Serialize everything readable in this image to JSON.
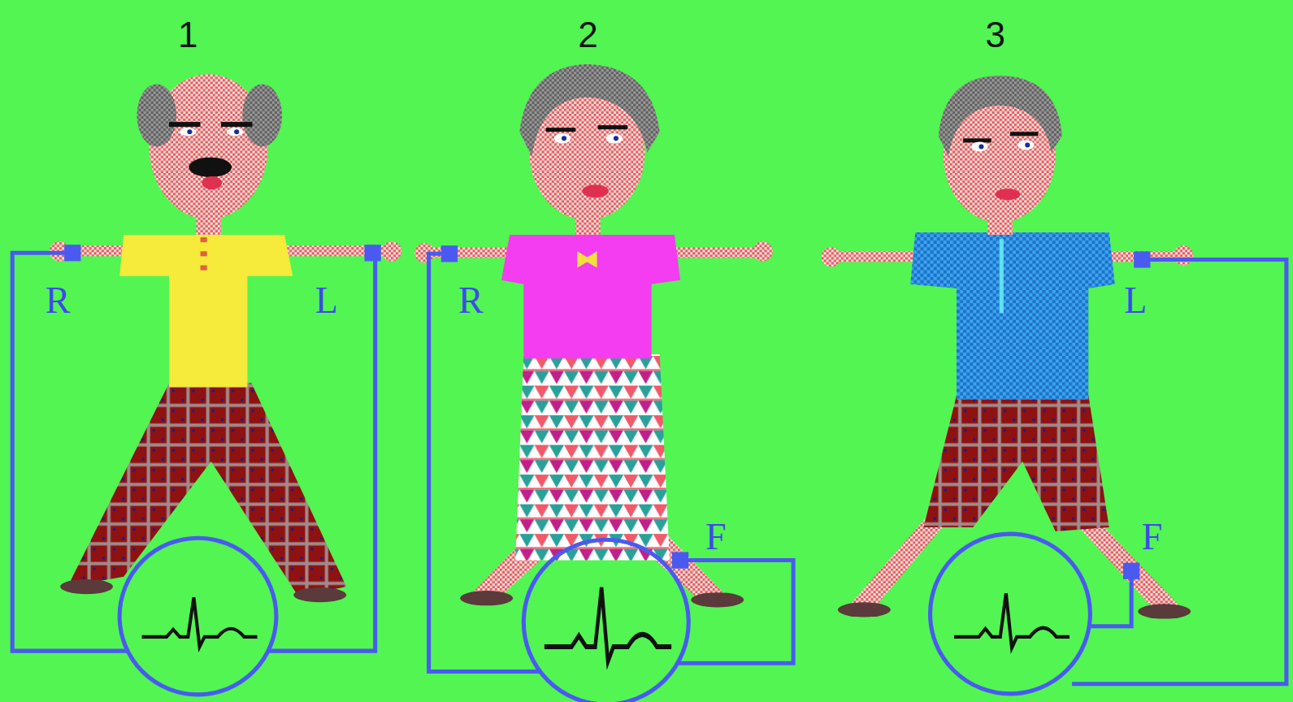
{
  "diagram": {
    "labels": [
      "1",
      "R",
      "L",
      "2",
      "R",
      "F",
      "3",
      "L",
      "F"
    ]
  }
}
